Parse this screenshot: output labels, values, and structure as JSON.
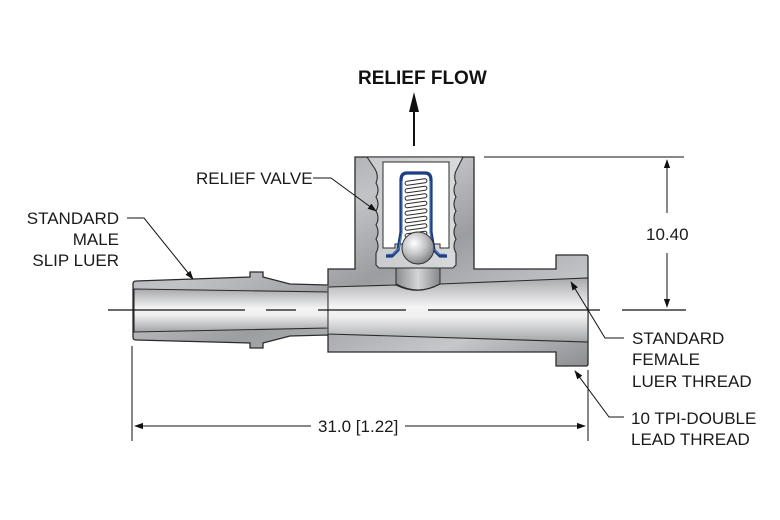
{
  "title": "RELIEF FLOW",
  "labels": {
    "relief_valve": "RELIEF VALVE",
    "male_luer": [
      "STANDARD",
      "MALE",
      "SLIP LUER"
    ],
    "female_luer": [
      "STANDARD",
      "FEMALE",
      "LUER THREAD"
    ],
    "thread": [
      "10 TPI-DOUBLE",
      "LEAD THREAD"
    ]
  },
  "dimensions": {
    "height": "10.40",
    "length": "31.0 [1.22]"
  },
  "colors": {
    "body_gray": "#a9aaad",
    "bore_light": "#e9e9ea",
    "spring_housing": "#1b3f82",
    "outline": "#2b2b2b"
  }
}
